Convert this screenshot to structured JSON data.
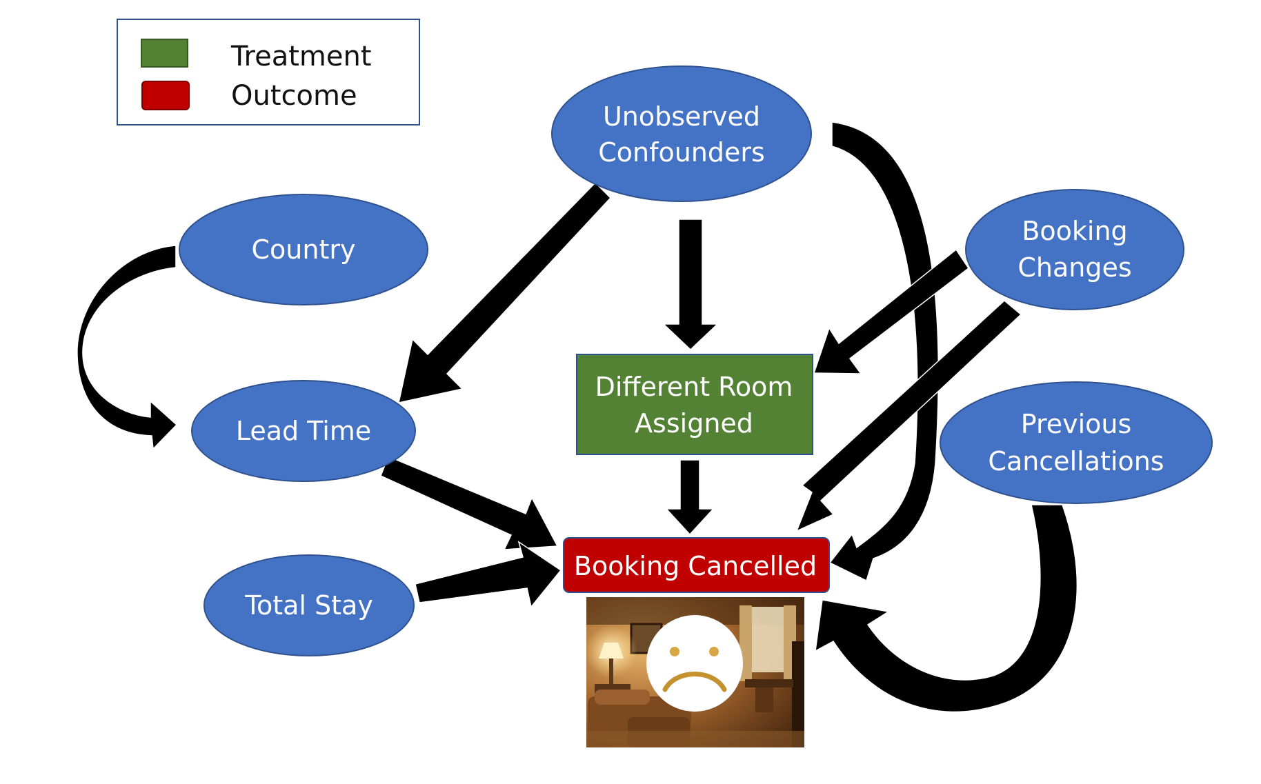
{
  "legend": {
    "treatment": {
      "label": "Treatment",
      "color": "#548235"
    },
    "outcome": {
      "label": "Outcome",
      "color": "#C00000"
    }
  },
  "nodes": {
    "unobserved_confounders": {
      "lines": [
        "Unobserved",
        "Confounders"
      ]
    },
    "country": {
      "lines": [
        "Country"
      ]
    },
    "booking_changes": {
      "lines": [
        "Booking",
        "Changes"
      ]
    },
    "lead_time": {
      "lines": [
        "Lead Time"
      ]
    },
    "different_room_assigned": {
      "lines": [
        "Different Room",
        "Assigned"
      ],
      "role": "treatment"
    },
    "previous_cancellations": {
      "lines": [
        "Previous",
        "Cancellations"
      ]
    },
    "total_stay": {
      "lines": [
        "Total Stay"
      ]
    },
    "booking_cancelled": {
      "lines": [
        "Booking Cancelled"
      ],
      "role": "outcome"
    }
  },
  "edges": [
    {
      "from": "Unobserved Confounders",
      "to": "Lead Time"
    },
    {
      "from": "Unobserved Confounders",
      "to": "Different Room Assigned"
    },
    {
      "from": "Unobserved Confounders",
      "to": "Booking Cancelled"
    },
    {
      "from": "Country",
      "to": "Lead Time"
    },
    {
      "from": "Booking Changes",
      "to": "Different Room Assigned"
    },
    {
      "from": "Booking Changes",
      "to": "Booking Cancelled"
    },
    {
      "from": "Different Room Assigned",
      "to": "Booking Cancelled"
    },
    {
      "from": "Lead Time",
      "to": "Booking Cancelled"
    },
    {
      "from": "Total Stay",
      "to": "Booking Cancelled"
    },
    {
      "from": "Previous Cancellations",
      "to": "Booking Cancelled"
    }
  ],
  "colors": {
    "node_fill": "#4472C4",
    "node_stroke": "#2F528F",
    "arrow": "#000000",
    "legend_border": "#2F528F"
  },
  "illustration": {
    "name": "hotel-room-sad-face"
  }
}
